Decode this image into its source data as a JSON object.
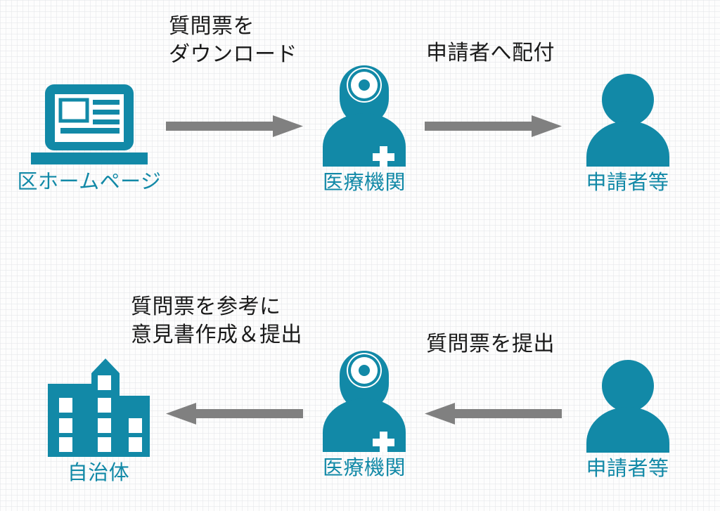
{
  "diagram": {
    "title_text_color": "#1a1a1a",
    "accent_color": "#1289a7",
    "arrow_color": "#808080",
    "background_color": "#fdfdfd",
    "rows": [
      {
        "id": "top-row",
        "nodes": [
          {
            "id": "ward-homepage",
            "icon": "laptop-webpage-icon",
            "label": "区ホームページ"
          },
          {
            "id": "medical-institution-top",
            "icon": "doctor-icon",
            "label": "医療機関"
          },
          {
            "id": "applicant-top",
            "icon": "person-icon",
            "label": "申請者等"
          }
        ],
        "arrows": [
          {
            "id": "arrow-download",
            "direction": "right",
            "label_line1": "質問票を",
            "label_line2": "ダウンロード"
          },
          {
            "id": "arrow-distribute",
            "direction": "right",
            "label_line1": "申請者へ配付",
            "label_line2": ""
          }
        ]
      },
      {
        "id": "bottom-row",
        "nodes": [
          {
            "id": "local-government",
            "icon": "government-building-icon",
            "label": "自治体"
          },
          {
            "id": "medical-institution-bottom",
            "icon": "doctor-icon",
            "label": "医療機関"
          },
          {
            "id": "applicant-bottom",
            "icon": "person-icon",
            "label": "申請者等"
          }
        ],
        "arrows": [
          {
            "id": "arrow-submit-opinion",
            "direction": "left",
            "label_line1": "質問票を参考に",
            "label_line2": "意見書作成＆提出"
          },
          {
            "id": "arrow-submit-questionnaire",
            "direction": "left",
            "label_line1": "質問票を提出",
            "label_line2": ""
          }
        ]
      }
    ]
  }
}
